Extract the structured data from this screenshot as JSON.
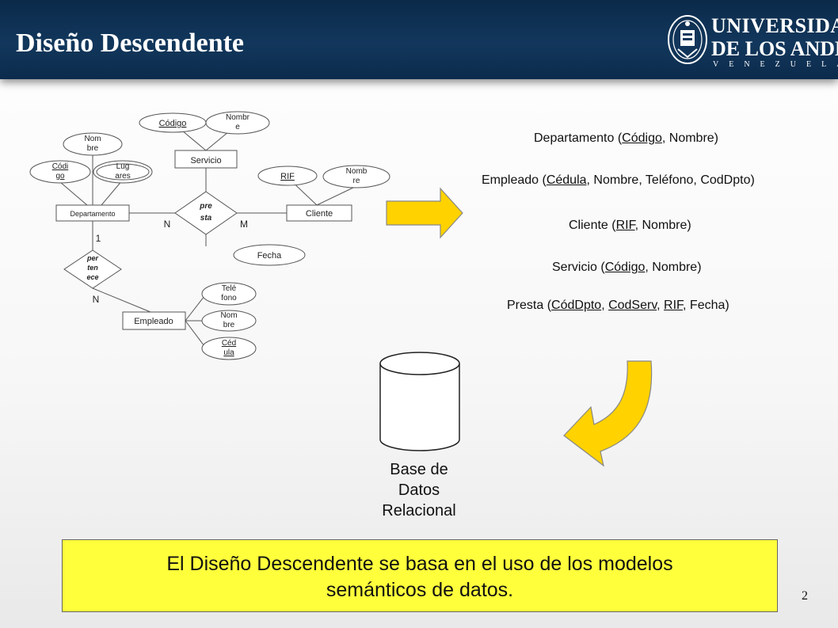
{
  "slide": {
    "title": "Diseño Descendente",
    "page_number": "2"
  },
  "logo": {
    "line1": "UNIVERSIDAD",
    "line2": "DE LOS ANDES",
    "line3": "VENEZUELA"
  },
  "er_diagram": {
    "entities": {
      "servicio": "Servicio",
      "departamento": "Departamento",
      "cliente": "Cliente",
      "empleado": "Empleado"
    },
    "relationships": {
      "presta": [
        "pre",
        "sta"
      ],
      "pertenece": [
        "per",
        "ten",
        "ece"
      ]
    },
    "attributes": {
      "servicio_codigo": "Código",
      "servicio_nombre": [
        "Nombr",
        "e"
      ],
      "depto_nombre": [
        "Nom",
        "bre"
      ],
      "depto_codigo": [
        "Códi",
        "go"
      ],
      "depto_lugares": [
        "Lug",
        "ares"
      ],
      "cliente_rif": "RIF",
      "cliente_nombre": [
        "Nomb",
        "re"
      ],
      "presta_fecha": "Fecha",
      "emp_telefono": [
        "Telé",
        "fono"
      ],
      "emp_nombre": [
        "Nom",
        "bre"
      ],
      "emp_cedula": [
        "Céd",
        "ula"
      ]
    },
    "cardinalities": {
      "presta_dep": "N",
      "presta_cli": "M",
      "pertenece_dep": "1",
      "pertenece_emp": "N"
    }
  },
  "schemas": {
    "departamento": {
      "name": "Departamento",
      "open": " (",
      "k1": "Código",
      "rest": ", Nombre)"
    },
    "empleado": {
      "name": "Empleado",
      "open": " (",
      "k1": "Cédula",
      "rest": ", Nombre, Teléfono, CodDpto)"
    },
    "cliente": {
      "name": "Cliente",
      "open": " (",
      "k1": "RIF",
      "rest": ", Nombre)"
    },
    "servicio": {
      "name": "Servicio",
      "open": " (",
      "k1": "Código",
      "rest": ", Nombre)"
    },
    "presta": {
      "name": "Presta",
      "open": " (",
      "k1": "CódDpto",
      "sep1": ", ",
      "k2": "CodServ",
      "sep2": ", ",
      "k3": "RIF",
      "rest": ", Fecha)"
    }
  },
  "database": {
    "label_line1": "Base de",
    "label_line2": "Datos",
    "label_line3": "Relacional"
  },
  "note": {
    "line1": "El Diseño Descendente se basa en el uso de los modelos",
    "line2": "semánticos de datos."
  },
  "colors": {
    "header": "#12375c",
    "arrow_fill": "#ffd200",
    "note_fill": "#ffff3c"
  },
  "icons": [
    "right-arrow-icon",
    "curved-arrow-icon",
    "database-cylinder-icon",
    "university-seal-icon"
  ]
}
